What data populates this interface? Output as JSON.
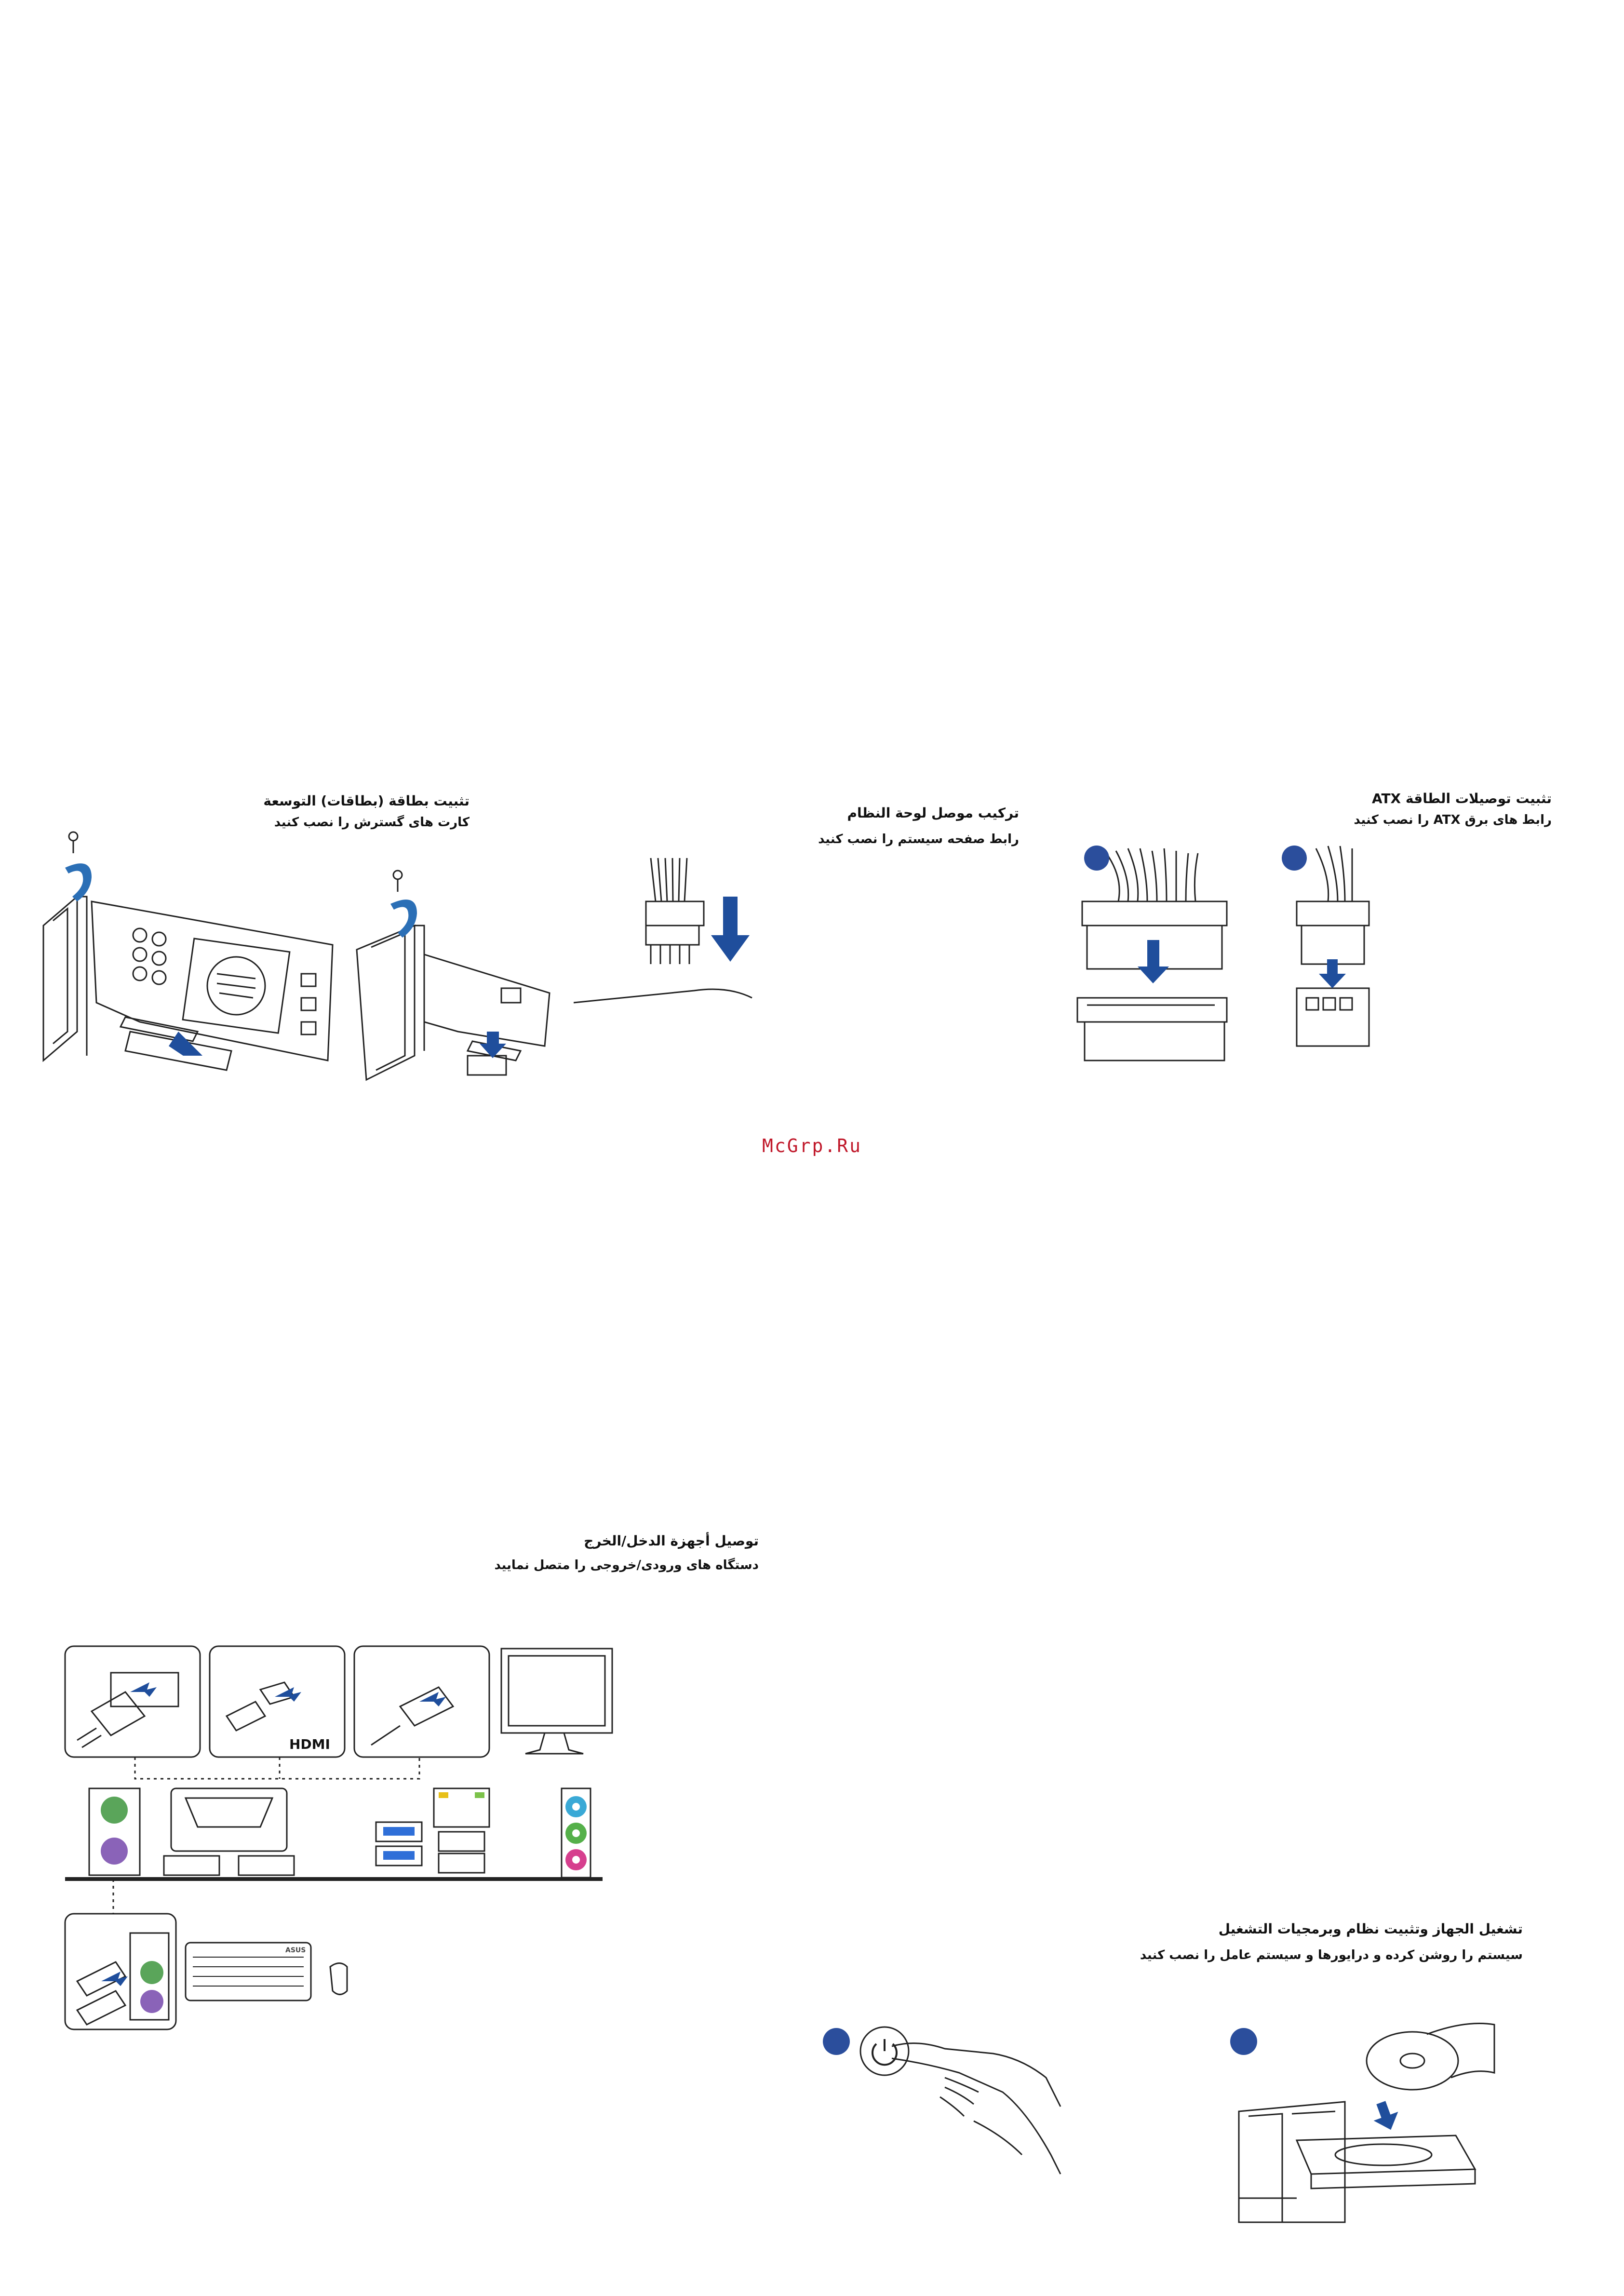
{
  "sections": {
    "expansion": {
      "line1": "تثبيت بطاقة (بطاقات) التوسعة",
      "line2": "کارت های گسترش را نصب کنید"
    },
    "panel": {
      "line1": "تركيب موصل لوحة النظام",
      "line2": "رابط صفحه سیستم را نصب کنید"
    },
    "atx": {
      "line1": "تثبيت توصيلات الطاقة ATX",
      "line2": "رابط های برق ATX را نصب کنید"
    },
    "io": {
      "line1": "توصيل أجهزة الدخل/الخرج",
      "line2": "دستگاه های ورودی/خروجی را متصل نمایید"
    },
    "poweron": {
      "line1": "تشغيل الجهاز وتثبيت نظام وبرمجيات التشغيل",
      "line2": "سیستم را روشن کرده و درایورها و سیستم عامل را نصب کنید"
    }
  },
  "labels": {
    "hdmi_logo": "HDMI",
    "keyboard_brand": "ASUS"
  },
  "watermark": "McGrp.Ru",
  "colors": {
    "step_badge": "#2b4e9c",
    "arrow_blue": "#1f4e9c",
    "ps2_green": "#5aa55a",
    "ps2_purple": "#8a63b8",
    "audio_blue": "#3aa9d6",
    "audio_green": "#55b04a",
    "audio_pink": "#d63f8e",
    "watermark": "#c0182a"
  }
}
